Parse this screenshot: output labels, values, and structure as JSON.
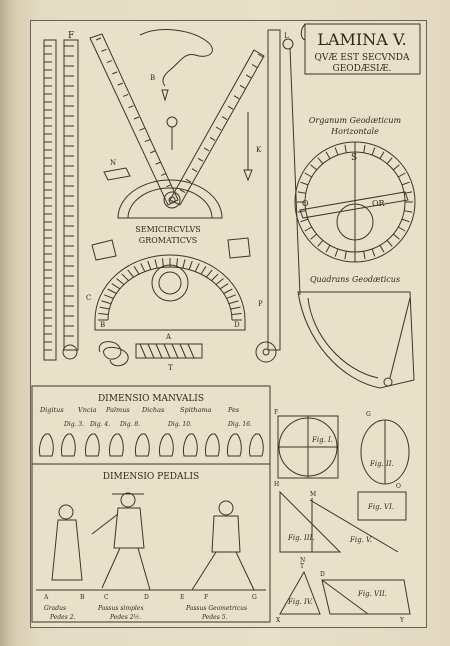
{
  "plate_title": {
    "line1": "LAMINA V.",
    "line2": "QVÆ EST SECVNDA",
    "line3": "GEODÆSIÆ."
  },
  "instruments": {
    "semicircle": {
      "line1": "SEMICIRCVLVS",
      "line2": "GROMATICVS"
    },
    "organum": {
      "line1": "Organum Geodæticum",
      "line2": "Horizontale"
    },
    "quadrans": "Quadrans Geodæticus"
  },
  "dimensio_manualis": {
    "title": "DIMENSIO MANVALIS",
    "units": [
      "Digitus",
      "Vncia",
      "Palmus",
      "Dichas",
      "Spithama",
      "Pes"
    ],
    "digit_labels": [
      "Dig. 3.",
      "Dig. 4.",
      "Dig. 8.",
      "Dig. 10.",
      "Dig. 16."
    ]
  },
  "dimensio_pedalis": {
    "title": "DIMENSIO PEDALIS",
    "captions": [
      {
        "label": "Gradus",
        "value": "Pedes 2."
      },
      {
        "label": "Passus simplex",
        "value": "Pedes 2½."
      },
      {
        "label": "Passus Geometricus",
        "value": "Pedes 5."
      }
    ]
  },
  "figures": [
    "Fig. I.",
    "Fig. II.",
    "Fig. III.",
    "Fig. IV.",
    "Fig. V.",
    "Fig. VI.",
    "Fig. VII."
  ],
  "letters": {
    "S": "S",
    "O": "O",
    "OR": "OR",
    "A": "A",
    "B": "B",
    "C": "C",
    "D": "D",
    "F": "F",
    "G": "G",
    "H": "H",
    "K": "K",
    "L": "L",
    "M": "M",
    "N": "N",
    "P": "P",
    "T": "T",
    "X": "X",
    "Y": "Y",
    "E": "E"
  }
}
